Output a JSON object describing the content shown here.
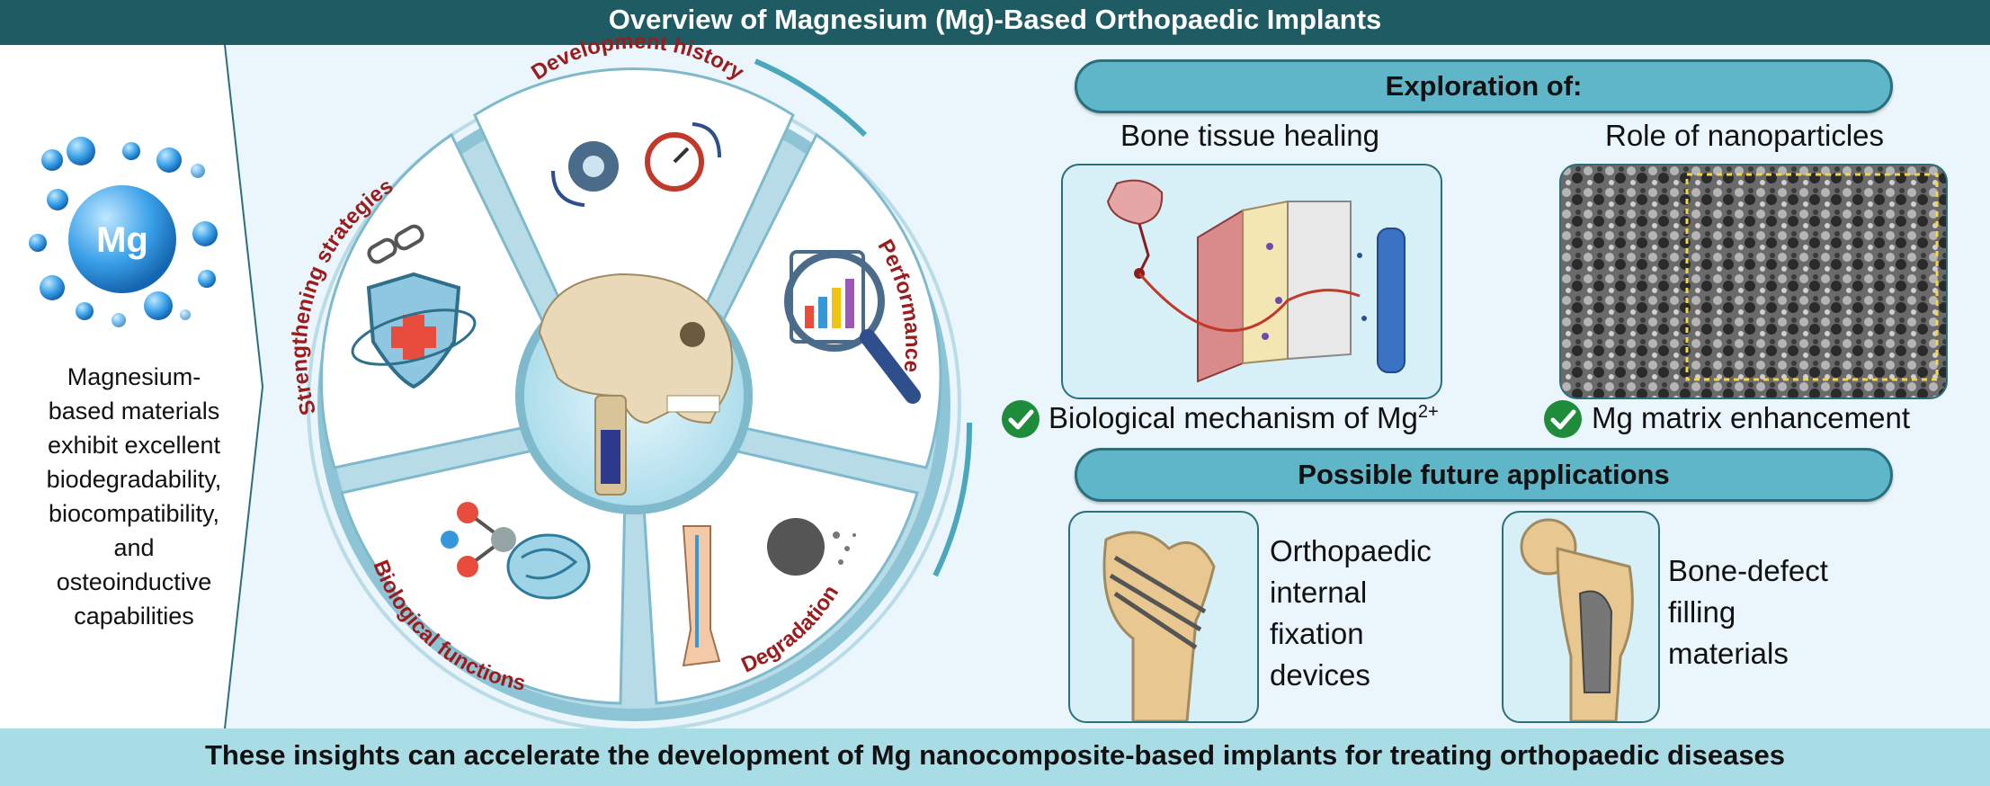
{
  "header": {
    "title": "Overview of Magnesium (Mg)-Based Orthopaedic Implants"
  },
  "left": {
    "mg_symbol": "Mg",
    "description_lines": [
      "Magnesium-",
      "based materials",
      "exhibit excellent",
      "biodegradability,",
      "biocompatibility,",
      "and",
      "osteoinductive",
      "capabilities"
    ]
  },
  "wheel": {
    "segments": [
      {
        "label": "Development history",
        "icon": "gear-speedometer-icon"
      },
      {
        "label": "Performance",
        "icon": "chart-magnifier-icon"
      },
      {
        "label": "Degradation",
        "icon": "leg-implant-icon"
      },
      {
        "label": "Biological functions",
        "icon": "molecule-protein-icon"
      },
      {
        "label": "Strengthening strategies",
        "icon": "shield-chain-icon"
      }
    ],
    "center_icon": "skull-spine-implant-icon",
    "label_color": "#9b1c1c"
  },
  "exploration": {
    "header": "Exploration of:",
    "items": [
      {
        "title": "Bone tissue healing",
        "check_label": "Biological mechanism of Mg",
        "superscript": "2+"
      },
      {
        "title": "Role of nanoparticles",
        "check_label": "Mg matrix enhancement",
        "superscript": ""
      }
    ]
  },
  "future": {
    "header": "Possible future applications",
    "items": [
      {
        "label_lines": [
          "Orthopaedic",
          "internal",
          "fixation",
          "devices"
        ],
        "icon": "femur-screws-icon"
      },
      {
        "label_lines": [
          "Bone-defect",
          "filling",
          "materials"
        ],
        "icon": "femur-filling-icon"
      }
    ]
  },
  "footer": {
    "text": "These insights can accelerate the development of Mg nanocomposite-based implants for treating orthopaedic diseases"
  },
  "colors": {
    "title_bg": "#1f5b63",
    "panel_bg": "#eaf6fb",
    "pill_bg": "#5fb6c8",
    "footer_bg": "#a9dde6",
    "check_green": "#1e8c3a"
  }
}
